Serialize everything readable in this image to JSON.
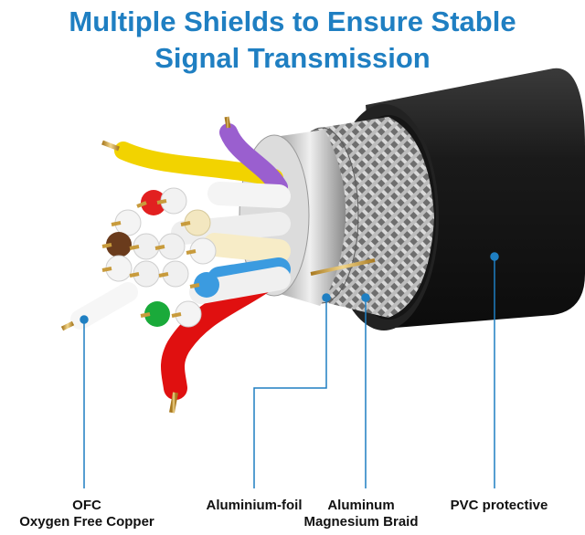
{
  "headline": {
    "line1": "Multiple Shields to Ensure Stable",
    "line2": "Signal Transmission"
  },
  "labels": {
    "ofc_line1": "OFC",
    "ofc_line2": "Oxygen Free Copper",
    "foil": "Aluminium-foil",
    "braid_line1": "Aluminum",
    "braid_line2": "Magnesium Braid",
    "jacket": "PVC protective"
  },
  "colors": {
    "headline": "#1f7fc2",
    "callout": "#1f7fc2",
    "jacket": "#1c1c1c",
    "braid": "#8f8f8f",
    "foil": "#c8c8c8",
    "copper": "#c89b3c"
  },
  "wires": [
    "yellow",
    "purple",
    "red",
    "white",
    "brown",
    "cream",
    "blue",
    "green"
  ]
}
